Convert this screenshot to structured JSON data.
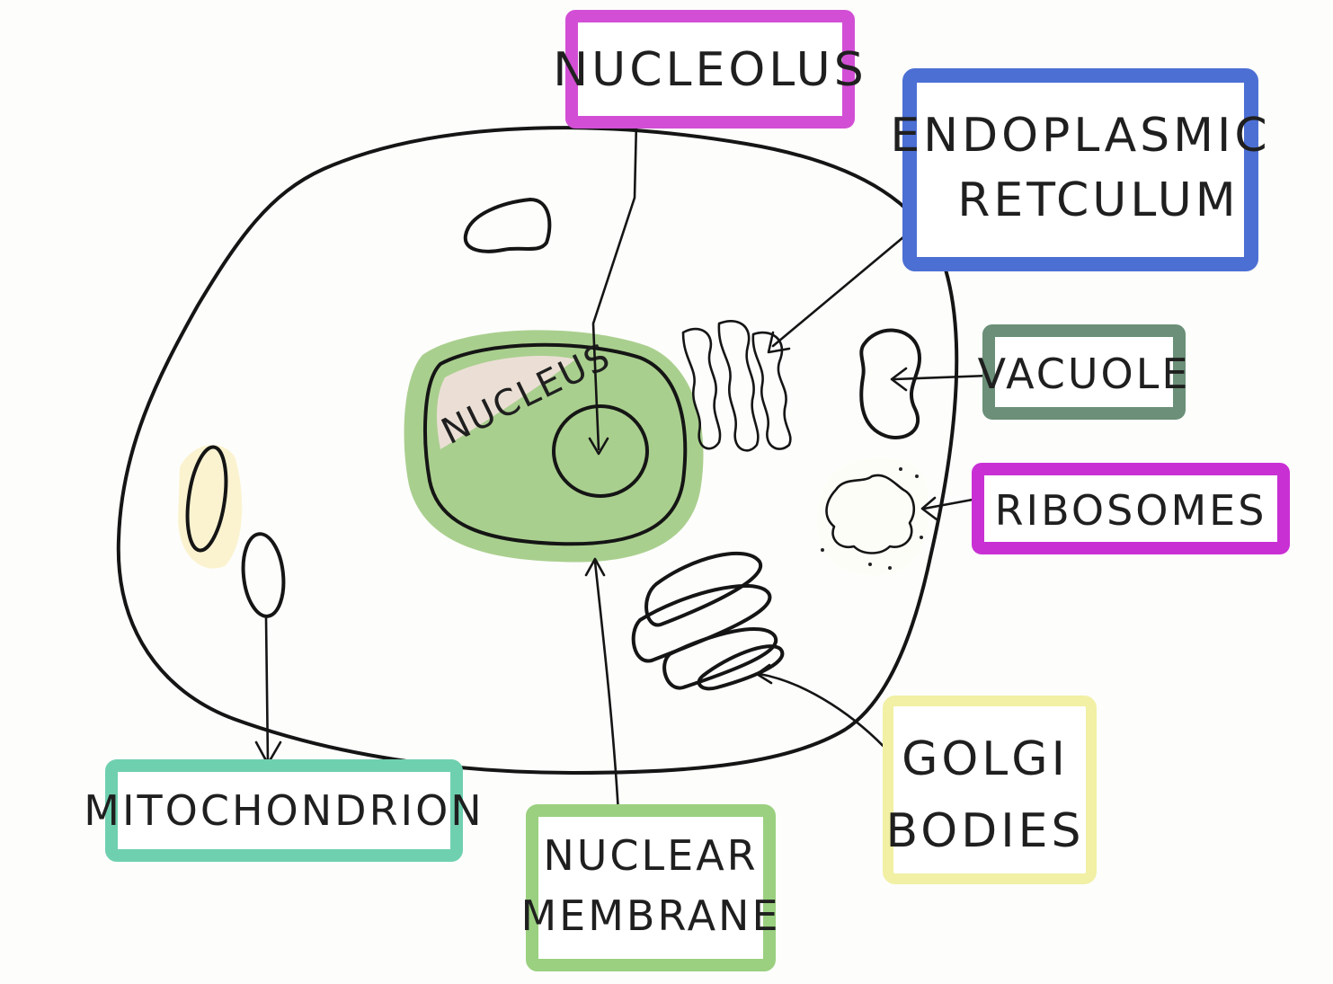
{
  "colors": {
    "cytoplasm": "#f3b81d",
    "nucleus": "#f2a3b4",
    "nuclear_membrane": "#a9cf8e",
    "nucleolus": "#b820ad",
    "endoplasmic_reticulum": "#4d7de0",
    "vacuole": "#4f6b5d",
    "ribosomes": "#8e5fcc",
    "mitochondria": "#2e8a6d",
    "golgi": "#efe2a6",
    "box_nucleolus": "#d24fd5",
    "box_er": "#4c6fd4",
    "box_vacuole": "#6b8f78",
    "box_ribosomes": "#c930d4",
    "box_mitochondrion": "#6fd0b0",
    "box_nuclear_membrane": "#9ad07f",
    "box_golgi": "#f1f0a4"
  },
  "labels": {
    "nucleolus": "NUCLEOLUS",
    "endoplasmic_reticulum_line1": "ENDOPLASMIC",
    "endoplasmic_reticulum_line2": "RETCULUM",
    "vacuole": "VACUOLE",
    "ribosomes": "RIBOSOMES",
    "mitochondrion": "MITOCHONDRION",
    "nuclear_membrane_line1": "NUCLEAR",
    "nuclear_membrane_line2": "MEMBRANE",
    "golgi_line1": "GOLGI",
    "golgi_line2": "BODIES",
    "nucleus": "NUCLEUS"
  }
}
